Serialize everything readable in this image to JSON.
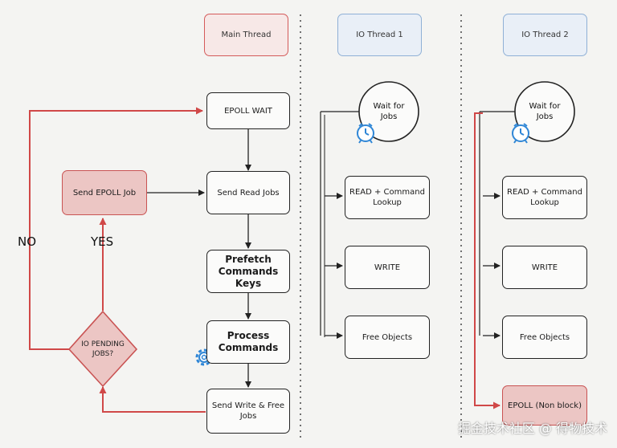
{
  "headers": {
    "main": "Main Thread",
    "io1": "IO Thread 1",
    "io2": "IO Thread 2"
  },
  "main_thread": {
    "epoll_wait": "EPOLL WAIT",
    "send_read_jobs": "Send Read Jobs",
    "prefetch": "Prefetch Commands Keys",
    "process": "Process Commands",
    "send_write": "Send Write & Free Jobs",
    "send_epoll_job": "Send EPOLL Job",
    "decision": "IO PENDING JOBS?",
    "yes_label": "YES",
    "no_label": "NO"
  },
  "io_thread_1": {
    "wait": "Wait for Jobs",
    "read": "READ + Command Lookup",
    "write": "WRITE",
    "free": "Free Objects"
  },
  "io_thread_2": {
    "wait": "Wait for Jobs",
    "read": "READ + Command Lookup",
    "write": "WRITE",
    "free": "Free Objects",
    "epoll": "EPOLL (Non block)"
  },
  "watermark": "掘金技术社区 @ 得物技术",
  "colors": {
    "red_accent": "#d04848",
    "blue_accent": "#2f86d6",
    "ink": "#222222"
  },
  "icons": [
    "clock-icon",
    "gear-icon"
  ]
}
